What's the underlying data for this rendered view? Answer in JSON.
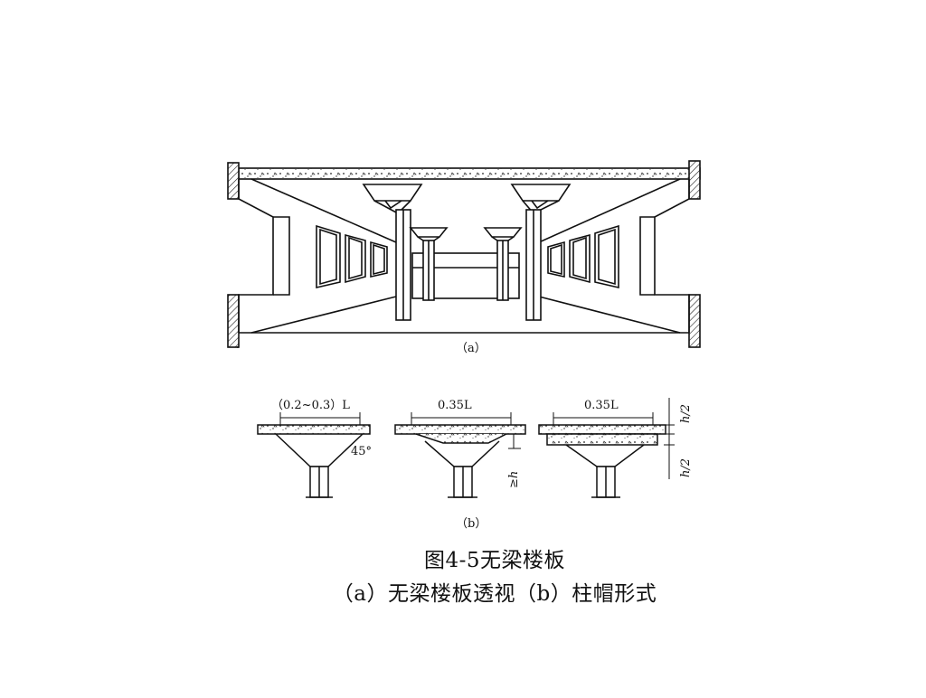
{
  "figure": {
    "sub_a_label": "（a）",
    "sub_b_label": "（b）",
    "dims": {
      "cap1_width": "（0.2~0.3）L",
      "cap1_angle": "45°",
      "cap2_width": "0.35L",
      "cap2_depth": "≥h",
      "cap3_width": "0.35L",
      "cap3_top": "h/2",
      "cap3_bottom": "h/2"
    }
  },
  "caption": {
    "title": "图4-5无梁楼板",
    "subtitle": "（a）无梁楼板透视（b）柱帽形式"
  }
}
